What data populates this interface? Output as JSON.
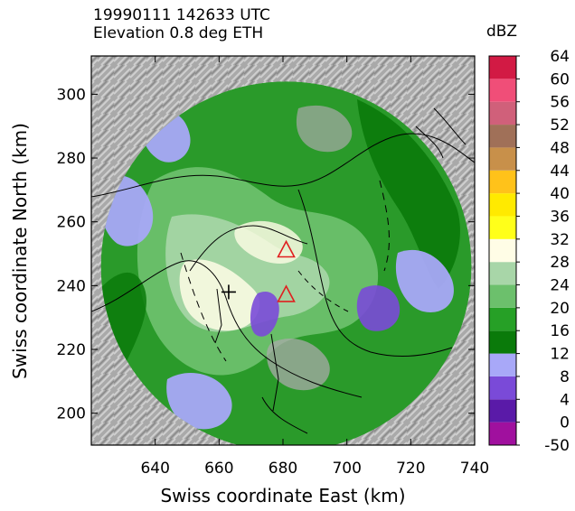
{
  "header": {
    "line1": "19990111  142633 UTC",
    "line2": "Elevation   0.8 deg ETH"
  },
  "chart_data": {
    "type": "heatmap",
    "title": "",
    "xlabel": "Swiss coordinate East (km)",
    "ylabel": "Swiss coordinate North (km)",
    "xlim": [
      620,
      740
    ],
    "ylim": [
      190,
      312
    ],
    "x_ticks": [
      640,
      660,
      680,
      700,
      720,
      740
    ],
    "y_ticks": [
      200,
      220,
      240,
      260,
      280,
      300
    ],
    "radar_coverage": {
      "center_east": 681,
      "center_north": 246,
      "radius": 58
    },
    "markers": [
      {
        "shape": "triangle",
        "color": "#e02020",
        "east": 681,
        "north": 251
      },
      {
        "shape": "triangle",
        "color": "#e02020",
        "east": 681,
        "north": 237
      },
      {
        "shape": "cross",
        "color": "#000000",
        "east": 663,
        "north": 238
      }
    ],
    "colorbar": {
      "unit": "dBZ",
      "levels": [
        "-50",
        "0",
        "4",
        "8",
        "12",
        "16",
        "20",
        "24",
        "28",
        "32",
        "36",
        "40",
        "44",
        "48",
        "52",
        "56",
        "60",
        "64"
      ],
      "colors": [
        "#a0109e",
        "#5a1aa8",
        "#7a4ad8",
        "#a8a8f8",
        "#0a7a0a",
        "#26a026",
        "#6cc06c",
        "#a8d6a8",
        "#fffde6",
        "#ffff1a",
        "#ffea00",
        "#ffc21a",
        "#c8904a",
        "#a07058",
        "#d0607a",
        "#f04e78",
        "#d21a44"
      ]
    }
  }
}
